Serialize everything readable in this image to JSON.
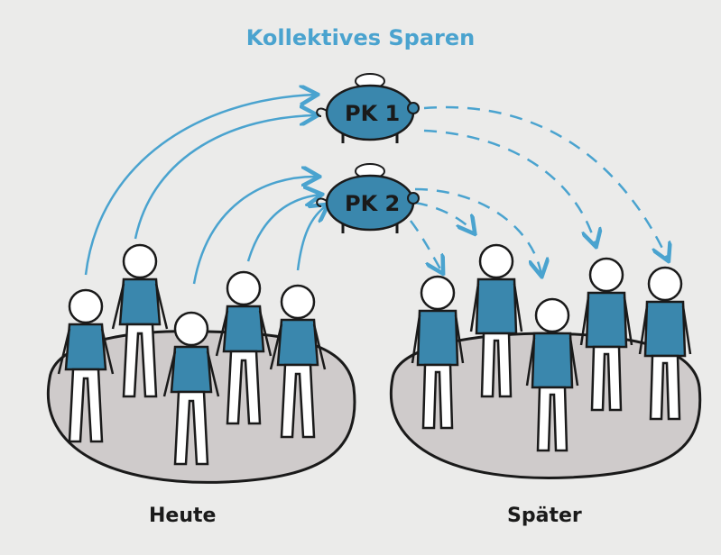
{
  "title": "Kollektives Sparen",
  "banks": [
    {
      "label": "PK 1"
    },
    {
      "label": "PK 2"
    }
  ],
  "groups": {
    "today": "Heute",
    "later": "Später"
  },
  "colors": {
    "accent": "#4aa3cf",
    "shirt": "#3a87ad",
    "ground": "#cfcbcb",
    "ink": "#1a1a1a"
  }
}
